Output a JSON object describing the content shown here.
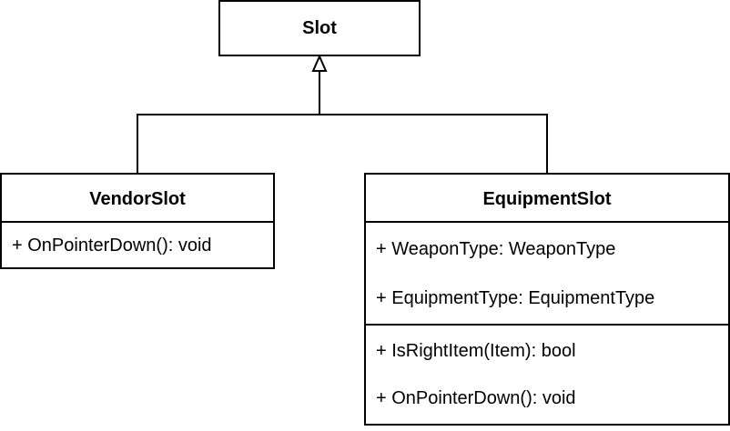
{
  "diagram": {
    "classes": {
      "slot": {
        "name": "Slot"
      },
      "vendor_slot": {
        "name": "VendorSlot",
        "methods": [
          "+ OnPointerDown(): void"
        ]
      },
      "equipment_slot": {
        "name": "EquipmentSlot",
        "attributes": [
          "+ WeaponType: WeaponType",
          "+ EquipmentType: EquipmentType"
        ],
        "methods": [
          "+ IsRightItem(Item): bool",
          "+ OnPointerDown(): void"
        ]
      }
    },
    "relations": [
      {
        "type": "inheritance",
        "from": "VendorSlot",
        "to": "Slot"
      },
      {
        "type": "inheritance",
        "from": "EquipmentSlot",
        "to": "Slot"
      }
    ]
  }
}
